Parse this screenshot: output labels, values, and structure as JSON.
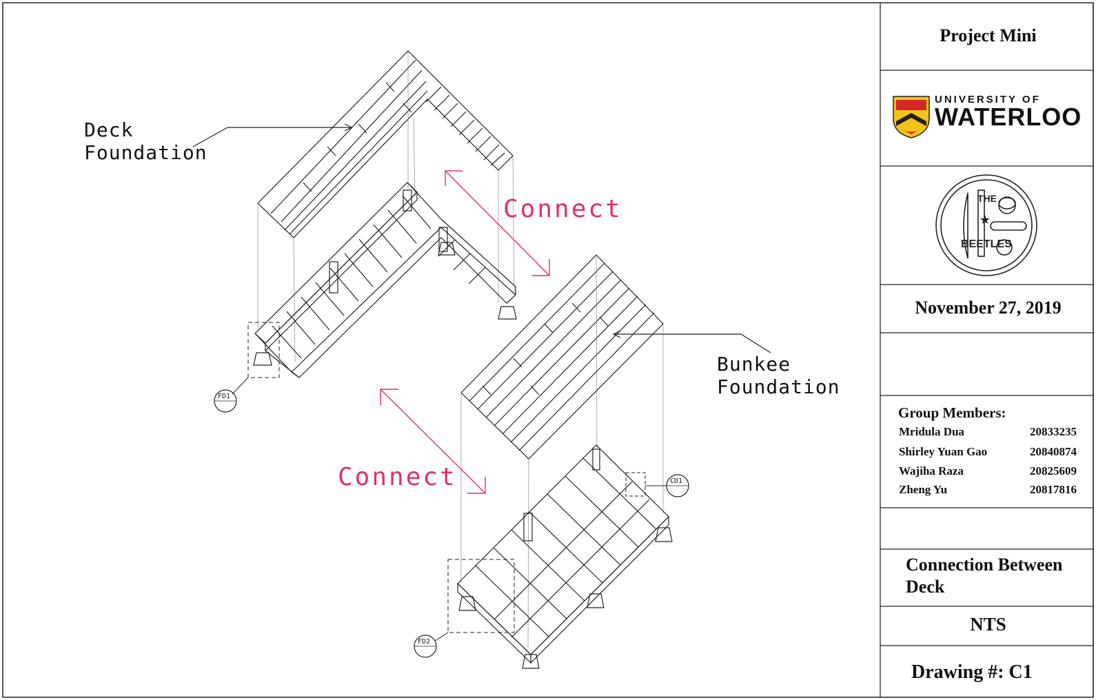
{
  "drawing": {
    "labels": {
      "deck_foundation": [
        "Deck",
        "Foundation"
      ],
      "bunkee_foundation": [
        "Bunkee",
        "Foundation"
      ],
      "connect_1": "Connect",
      "connect_2": "Connect",
      "tag_fd1": "FD1",
      "tag_fd2": "FD2",
      "tag_cd1": "CD1"
    },
    "accent_color": "#e0306a"
  },
  "title_block": {
    "project": "Project Mini",
    "university_logo": {
      "line1": "UNIVERSITY OF",
      "line2": "WATERLOO"
    },
    "team_logo": {
      "line1": "THE",
      "line2": "BEETLES"
    },
    "date": "November 27, 2019",
    "group_heading": "Group Members:",
    "members": [
      {
        "name": "Mridula Dua",
        "id": "20833235"
      },
      {
        "name": "Shirley Yuan Gao",
        "id": "20840874"
      },
      {
        "name": "Wajiha Raza",
        "id": "20825609"
      },
      {
        "name": "Zheng Yu",
        "id": "20817816"
      }
    ],
    "sheet_title": [
      "Connection Between",
      "Deck"
    ],
    "scale": "NTS",
    "drawing_number": "Drawing #: C1"
  }
}
